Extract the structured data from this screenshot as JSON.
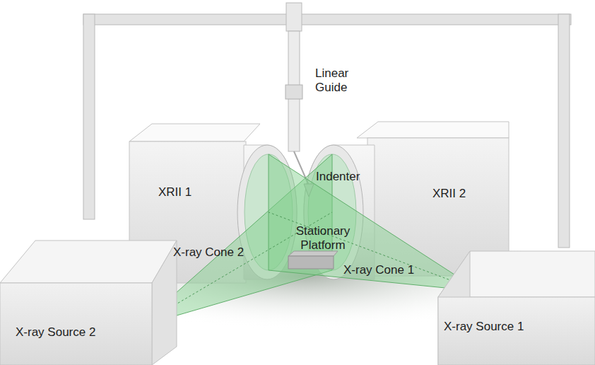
{
  "diagram": {
    "labels": [
      "Linear Guide",
      "Indenter",
      "XRII 1",
      "XRII 2",
      "X-ray Cone 2",
      "Stationary Platform",
      "X-ray Cone 1",
      "X-ray Source 2",
      "X-ray Source 1"
    ]
  }
}
